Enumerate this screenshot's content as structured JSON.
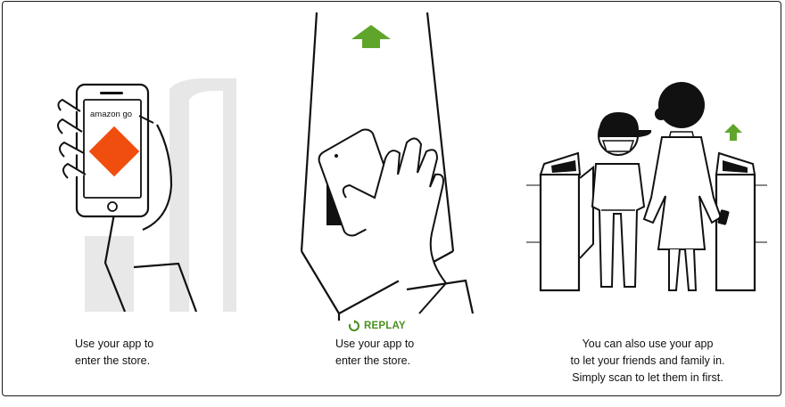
{
  "panels": [
    {
      "caption_line1": "Use your app to",
      "caption_line2": "enter the store."
    },
    {
      "caption_line1": "Use your app to",
      "caption_line2": "enter the store."
    },
    {
      "caption_line1": "You can also use your app",
      "caption_line2": "to let your friends and family in.",
      "caption_line3": "Simply scan to let them in first."
    }
  ],
  "phone": {
    "brand": "amazon",
    "brand_suffix": "go"
  },
  "replay": {
    "label": "REPLAY"
  },
  "colors": {
    "accent_green": "#5fa52b",
    "brand_orange": "#f04e0f",
    "replay_green": "#4a8f1e"
  }
}
